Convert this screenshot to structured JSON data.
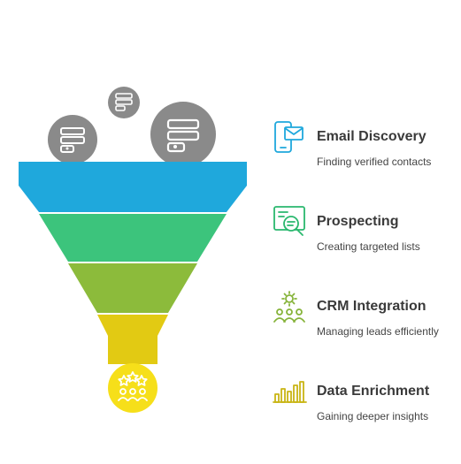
{
  "colors": {
    "stage_blue": "#1fa8dc",
    "stage_green": "#3cc47c",
    "stage_lime": "#8cbb3b",
    "stage_yellow": "#e2ca13",
    "result_circle": "#f6df1a",
    "floating_circle": "#8a8a8a",
    "text_title": "#3a3a3a",
    "text_desc": "#444444"
  },
  "stages": [
    {
      "title": "Email Discovery",
      "description": "Finding verified contacts",
      "icon": "mobile-mail-icon",
      "color": "#1fa8dc"
    },
    {
      "title": "Prospecting",
      "description": "Creating targeted lists",
      "icon": "list-search-icon",
      "color": "#2ab86e"
    },
    {
      "title": "CRM Integration",
      "description": "Managing leads efficiently",
      "icon": "gear-people-icon",
      "color": "#86b33a"
    },
    {
      "title": "Data Enrichment",
      "description": "Gaining deeper insights",
      "icon": "bar-chart-icon",
      "color": "#c9b514"
    }
  ],
  "floating_items": [
    "database-icon",
    "database-icon",
    "database-icon"
  ],
  "result_icon": "people-stars-icon"
}
